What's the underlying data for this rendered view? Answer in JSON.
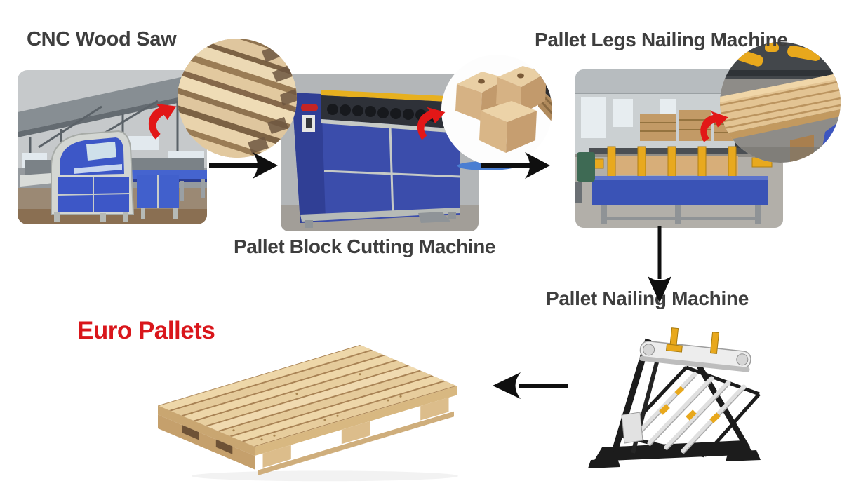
{
  "diagram": {
    "type": "process-flow",
    "stages": [
      {
        "id": "cnc-wood-saw",
        "label": "CNC Wood Saw"
      },
      {
        "id": "pallet-block-cutting-machine",
        "label": "Pallet Block Cutting Machine"
      },
      {
        "id": "pallet-legs-nailing-machine",
        "label": "Pallet Legs Nailing Machine"
      },
      {
        "id": "pallet-nailing-machine",
        "label": "Pallet Nailing Machine"
      },
      {
        "id": "euro-pallets",
        "label": "Euro Pallets"
      }
    ]
  },
  "colors": {
    "background": "#ffffff",
    "stage_label": "#3e3e3e",
    "euro_label": "#d9161b",
    "flow_arrow": "#0f0f0f",
    "inset_arrow": "#e21717",
    "machine_blue": "#3c55c4",
    "machine_yellow": "#e8a91e",
    "wood_light": "#ead2a4",
    "wood_dark": "#b08a5c"
  }
}
